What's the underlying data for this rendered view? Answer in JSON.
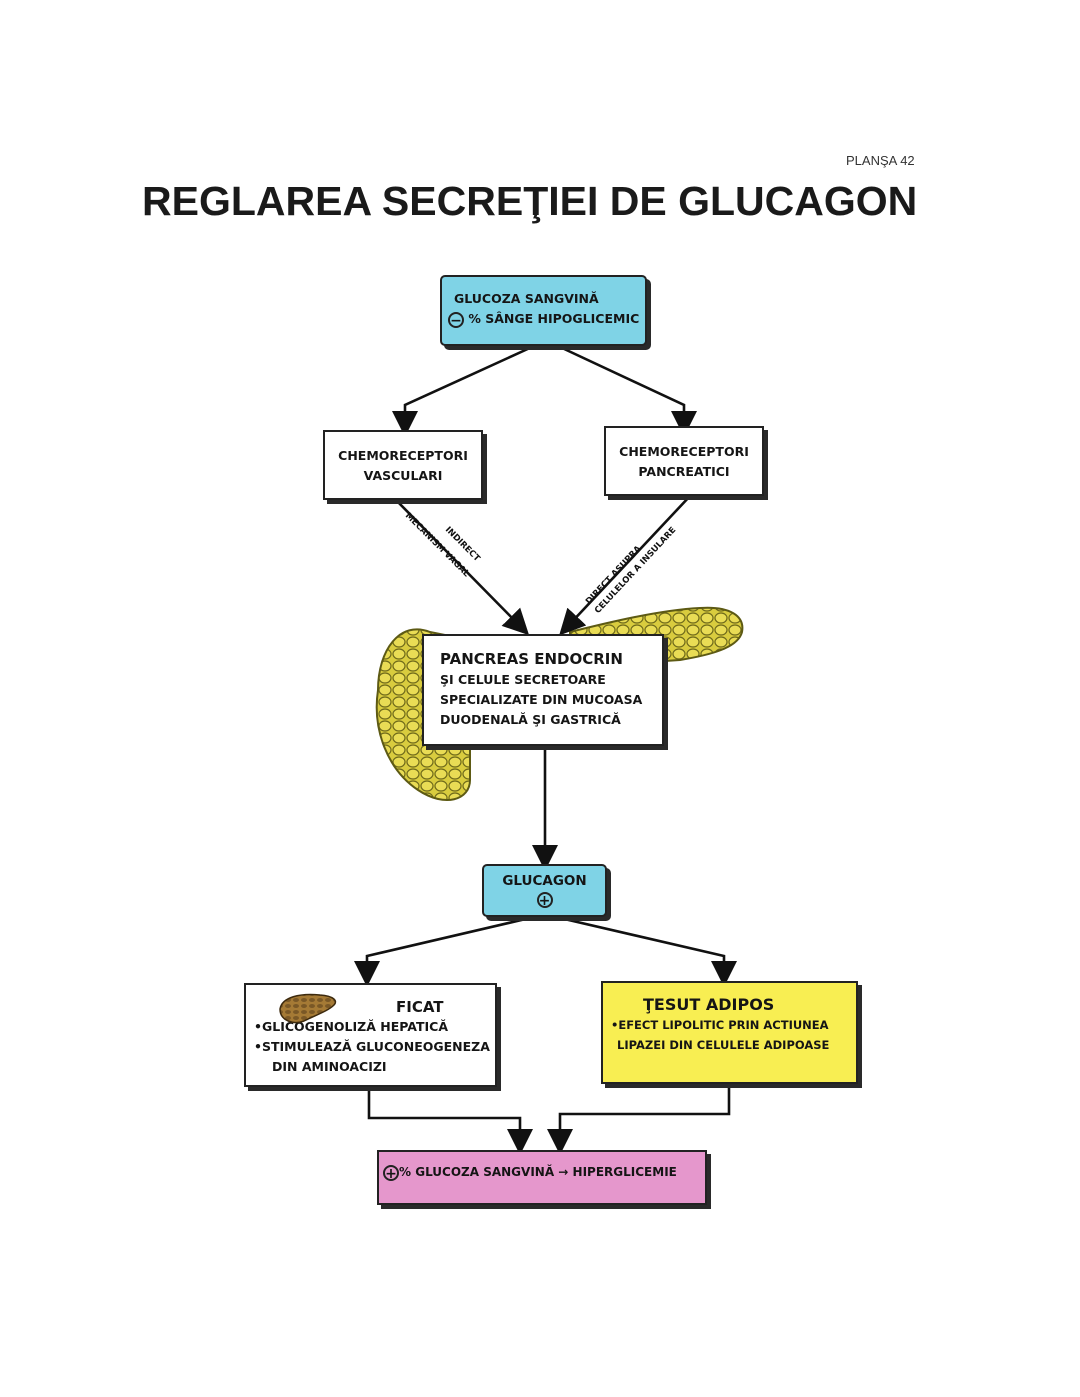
{
  "page": {
    "plate_label": "PLANŞA 42",
    "title": "REGLAREA SECREŢIEI DE GLUCAGON"
  },
  "nodes": {
    "glucose_low": {
      "line1": "GLUCOZA SANGVINĂ",
      "sign": "−",
      "line2": "% SÂNGE HIPOGLICEMIC"
    },
    "chemo_vascular": {
      "line1": "CHEMORECEPTORI",
      "line2": "VASCULARI"
    },
    "chemo_pancreatic": {
      "line1": "CHEMORECEPTORI",
      "line2": "PANCREATICI"
    },
    "pancreas": {
      "line1": "PANCREAS ENDOCRIN",
      "line2": "ŞI CELULE SECRETOARE",
      "line3": "SPECIALIZATE DIN MUCOASA",
      "line4": "DUODENALĂ ŞI GASTRICĂ"
    },
    "glucagon": {
      "label": "GLUCAGON",
      "sign": "+"
    },
    "liver": {
      "title": "FICAT",
      "bullet1": "•GLICOGENOLIZĂ HEPATICĂ",
      "bullet2": "•STIMULEAZĂ GLUCONEOGENEZA",
      "bullet3": "DIN AMINOACIZI"
    },
    "adipose": {
      "title": "ŢESUT ADIPOS",
      "line1": "•EFECT LIPOLITIC PRIN ACTIUNEA",
      "line2": "LIPAZEI DIN CELULELE ADIPOASE"
    },
    "glucose_high": {
      "sign": "+",
      "percent": "%",
      "text": "GLUCOZA SANGVINĂ",
      "arrow": "→",
      "result": "HIPERGLICEMIE"
    }
  },
  "edge_labels": {
    "left_line1": "INDIRECT",
    "left_line2": "MECANISM VAGAL",
    "right_line1": "DIRECT ASUPRA",
    "right_line2": "CELULELOR A INSULARE"
  },
  "colors": {
    "cyan": "#7fd3e6",
    "yellow": "#f8ee52",
    "pink": "#e597cc",
    "pancreas_tissue": "#d9cc3e",
    "liver_tissue": "#8f6a2e"
  },
  "icons": {
    "pancreas": "pancreas-illustration",
    "liver": "liver-icon"
  }
}
